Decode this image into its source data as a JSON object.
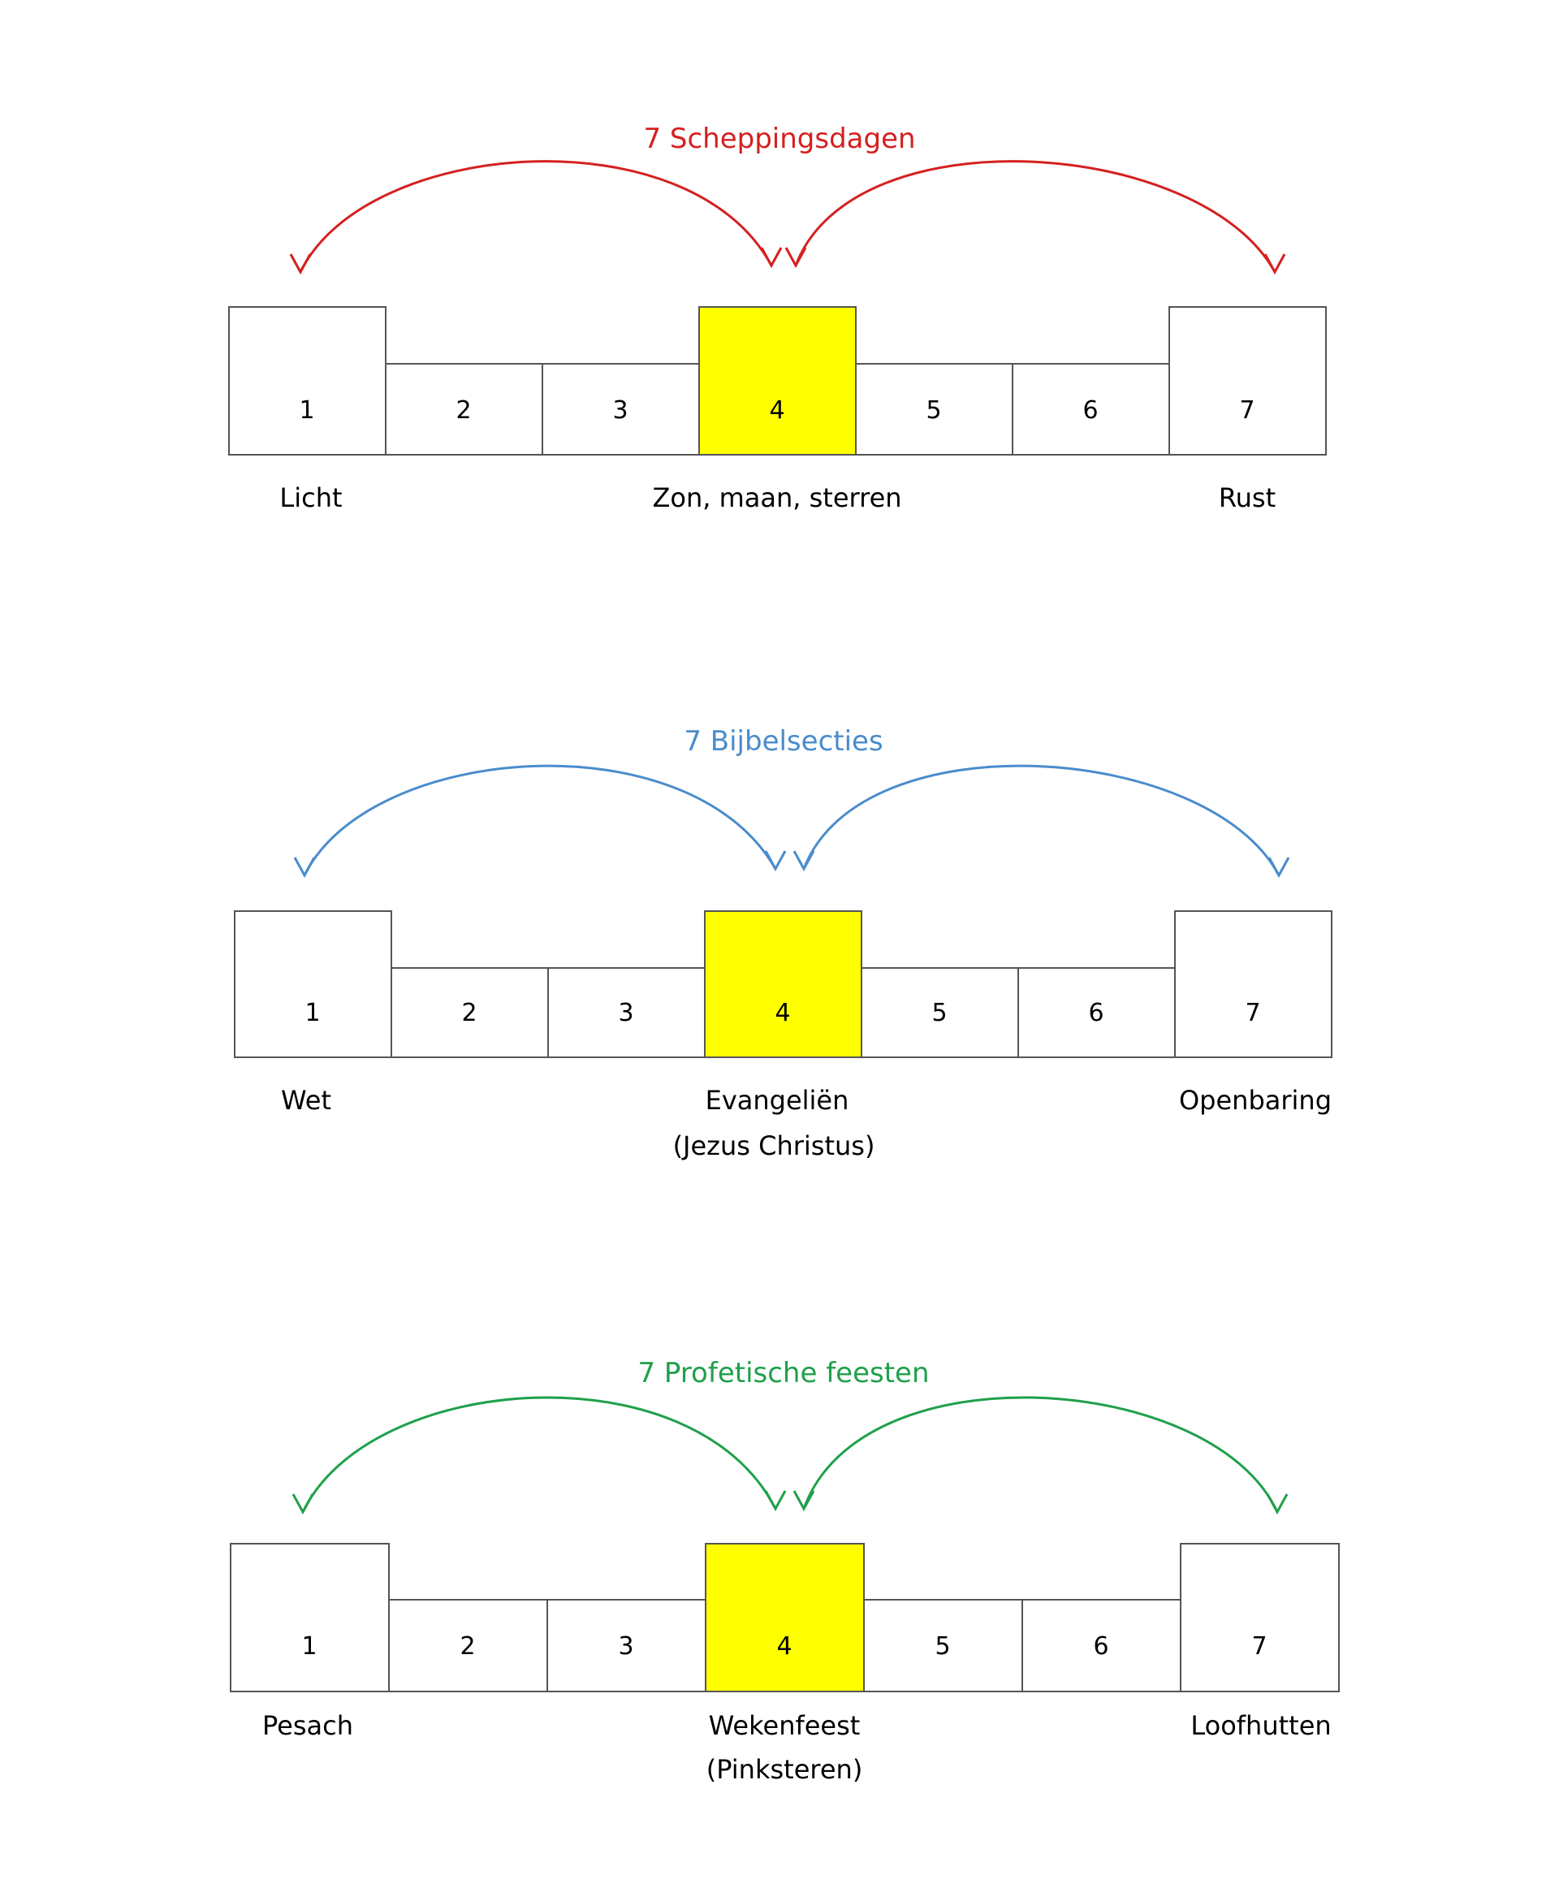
{
  "highlight_color": "#ffff00",
  "cell_color": "#ffffff",
  "diagrams": [
    {
      "title": "7 Scheppingsdagen",
      "color": "#d42020",
      "numbers": [
        "1",
        "2",
        "3",
        "4",
        "5",
        "6",
        "7"
      ],
      "labels": {
        "left": "Licht",
        "center": "Zon, maan, sterren",
        "center_sub": "",
        "right": "Rust"
      }
    },
    {
      "title": "7 Bijbelsecties",
      "color": "#4a8ccc",
      "numbers": [
        "1",
        "2",
        "3",
        "4",
        "5",
        "6",
        "7"
      ],
      "labels": {
        "left": "Wet",
        "center": "Evangeliën",
        "center_sub": "(Jezus Christus)",
        "right": "Openbaring"
      }
    },
    {
      "title": "7 Profetische feesten",
      "color": "#1fa04a",
      "numbers": [
        "1",
        "2",
        "3",
        "4",
        "5",
        "6",
        "7"
      ],
      "labels": {
        "left": "Pesach",
        "center": "Wekenfeest",
        "center_sub": "(Pinksteren)",
        "right": "Loofhutten"
      }
    }
  ]
}
